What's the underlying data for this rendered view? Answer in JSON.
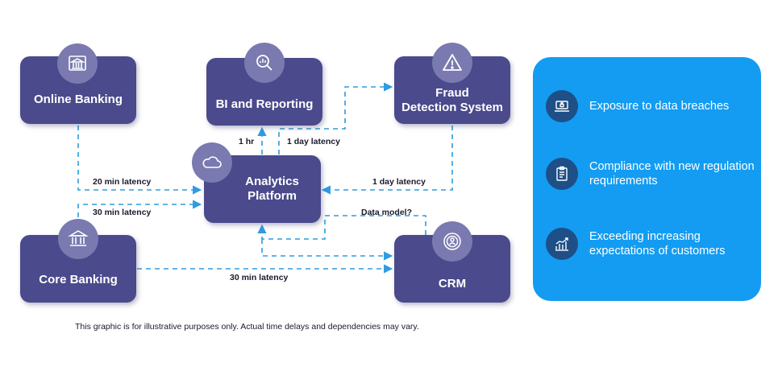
{
  "nodes": {
    "online_banking": "Online Banking",
    "bi_reporting": "BI and Reporting",
    "fraud_detection_line1": "Fraud",
    "fraud_detection_line2": "Detection System",
    "analytics_line1": "Analytics",
    "analytics_line2": "Platform",
    "core_banking": "Core Banking",
    "crm": "CRM"
  },
  "edge_labels": {
    "online_to_analytics": "20 min latency",
    "core_to_analytics": "30 min latency",
    "analytics_to_bi": "1 hr",
    "analytics_to_fraud": "1 day latency",
    "fraud_to_analytics": "1 day latency",
    "crm_data_model": "Data model?",
    "core_to_crm": "30 min latency"
  },
  "challenges": [
    {
      "text": "Exposure to data breaches",
      "icon": "laptop-lock-icon"
    },
    {
      "text": "Compliance with new regulation requirements",
      "icon": "clipboard-checklist-icon"
    },
    {
      "text": "Exceeding increasing expectations of customers",
      "icon": "growth-chart-icon"
    }
  ],
  "footnote": "This graphic is for illustrative purposes only. Actual time delays and dependencies may vary.",
  "colors": {
    "node": "#4a4a8c",
    "icon_circle": "#7a7ab0",
    "edge": "#2f9be0",
    "panel": "#139cf2",
    "panel_icon": "#1e4f86"
  }
}
